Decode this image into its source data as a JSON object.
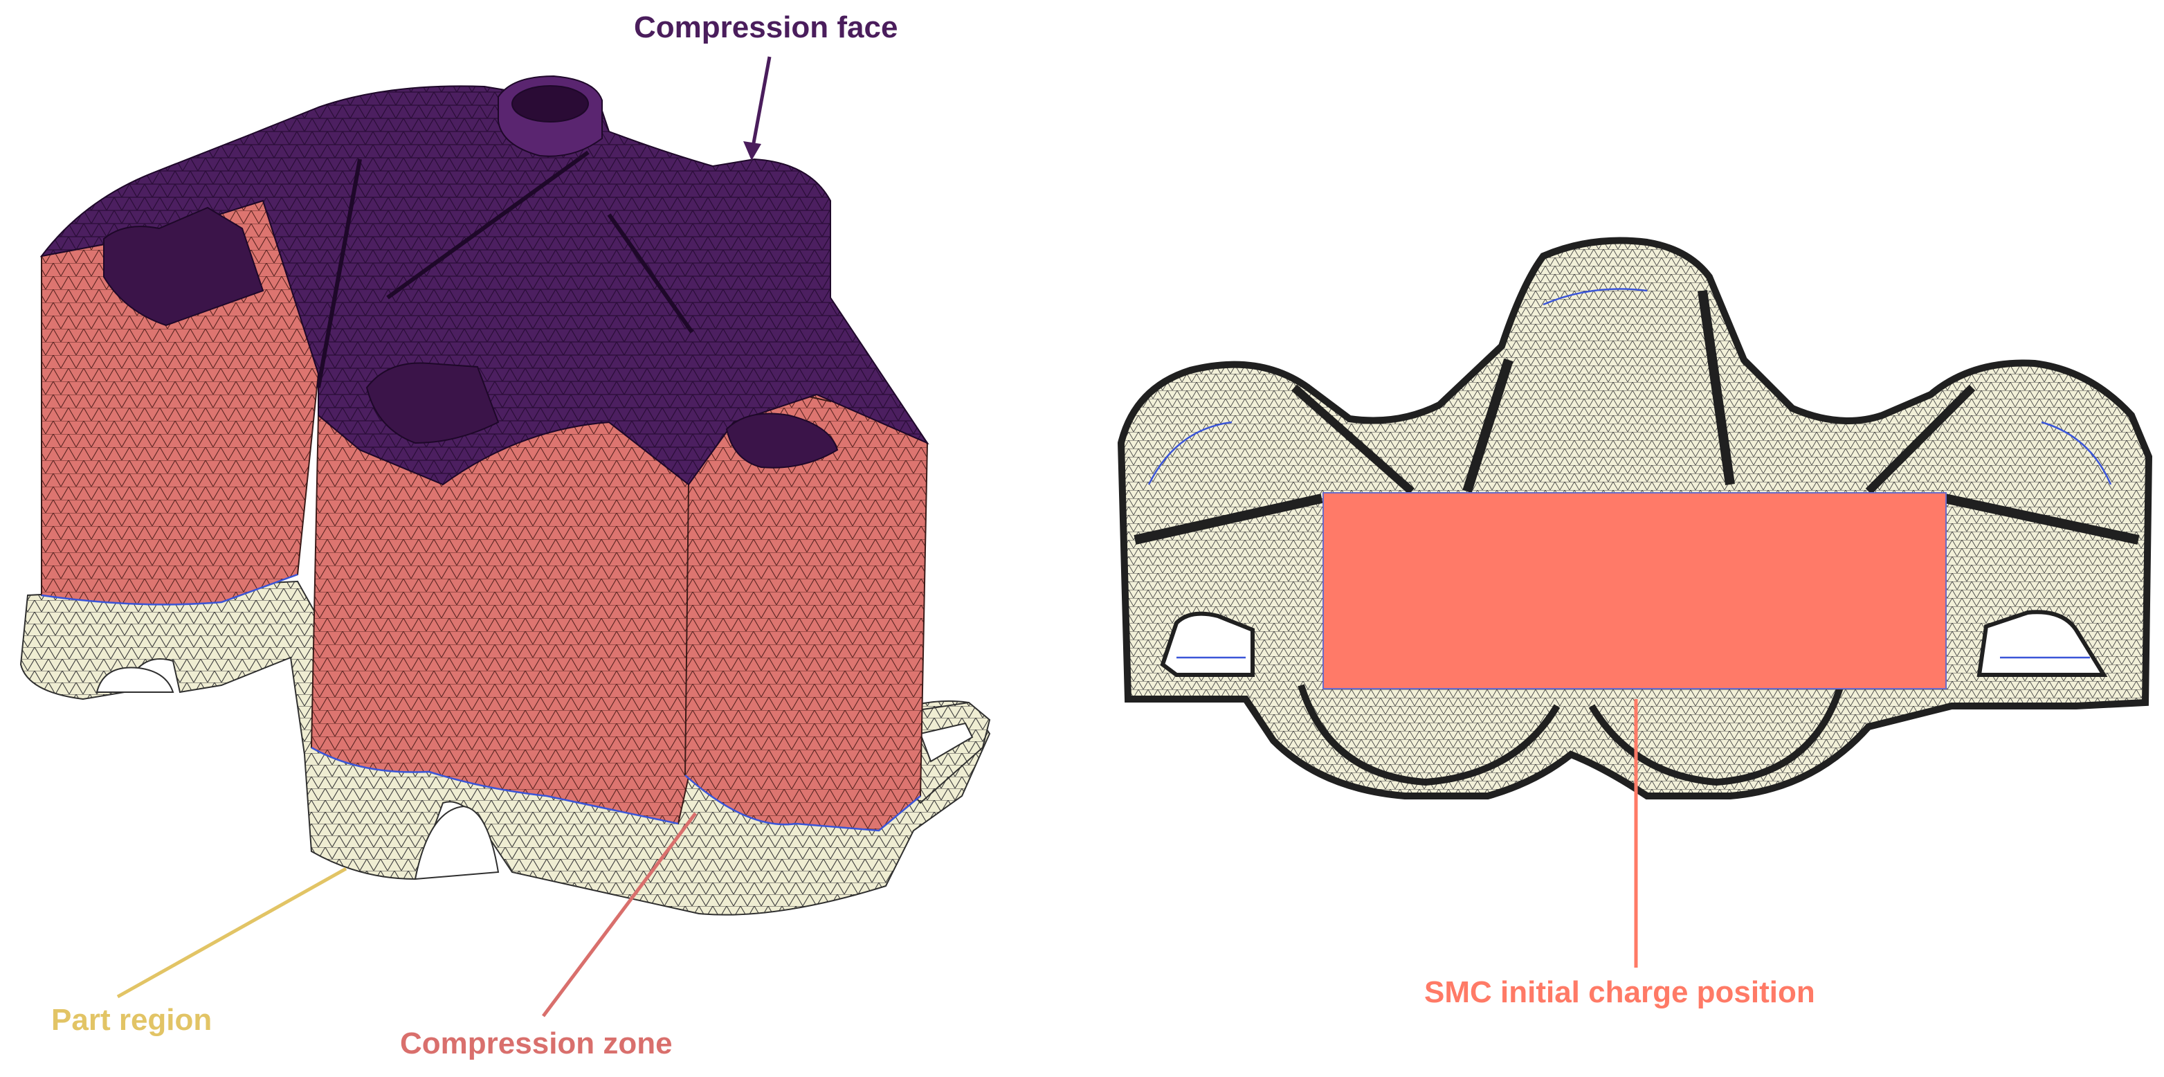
{
  "labels": {
    "compression_face": "Compression face",
    "part_region": "Part region",
    "compression_zone": "Compression zone",
    "smc_charge": "SMC initial charge position"
  },
  "colors": {
    "compression_face": "#4a1d5c",
    "compression_zone": "#d96f6c",
    "part_region": "#e2c465",
    "smc_charge": "#ff7a66",
    "mesh_base": "#eeeccf",
    "mesh_line": "#3a3a3a",
    "boundary": "#3a55d8"
  }
}
